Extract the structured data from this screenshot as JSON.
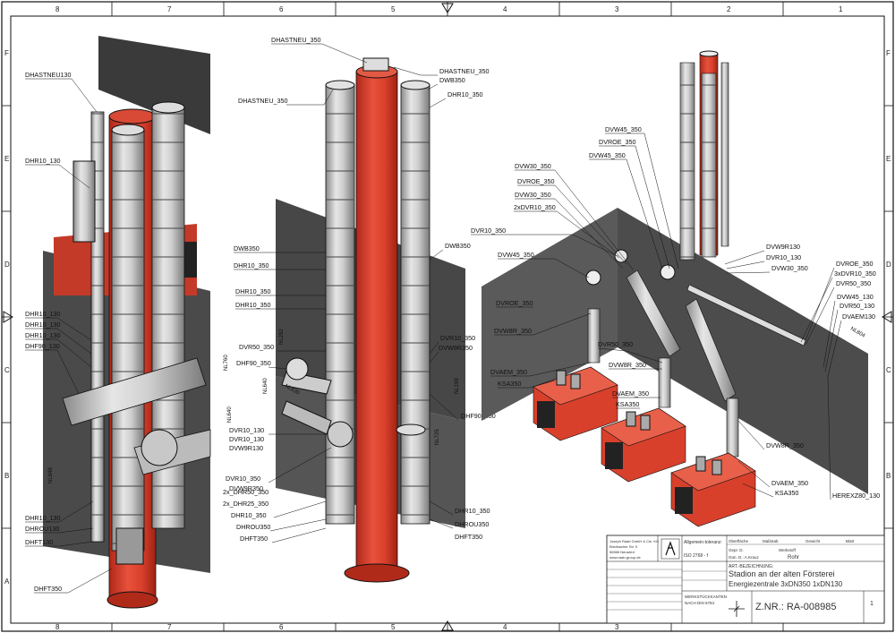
{
  "grid": {
    "columns": [
      "8",
      "7",
      "6",
      "5",
      "4",
      "3",
      "2",
      "1"
    ],
    "rows": [
      "F",
      "E",
      "D",
      "C",
      "B",
      "A"
    ]
  },
  "view1_labels": {
    "a": "DHASTNEU130",
    "b": "DHR10_130",
    "c": "DHR10_130",
    "d": "DHR10_130",
    "e": "DHR10_130",
    "f": "DHF90_130",
    "g": "DHR10_130",
    "h": "DHROU130",
    "i": "DHFT130",
    "j": "DHFT350"
  },
  "view2_labels": {
    "a": "DHASTNEU_350",
    "b": "DHASTNEU_350",
    "c": "DHASTNEU_350",
    "d": "DWB350",
    "e": "DHR10_350",
    "f": "DWB350",
    "g": "DHR10_350",
    "h": "DWB350",
    "i": "DHR10_350",
    "j": "DHR10_350",
    "k": "DVR50_350",
    "l": "DHF90_350",
    "m": "DVR10_350",
    "n": "DVW9R350",
    "o": "DVR10_130",
    "p": "DVR10_130",
    "q": "DVW9R130",
    "r": "DHF90_350",
    "s": "DVR10_350",
    "t": "DVW9R350",
    "u": "2x_DHR50_350",
    "v": "2x_DHR25_350",
    "w": "DHR10_350",
    "x": "DHROU350",
    "y": "DHFT350",
    "z": "DHR10_350",
    "aa": "DHROU350",
    "ab": "DHFT350"
  },
  "view2_dims": {
    "a": "NL640",
    "b": "NL630",
    "c": "NL282",
    "d": "NL198",
    "e": "NL725",
    "f": "NL640",
    "g": "NL760",
    "h": "NL848"
  },
  "view3_labels": {
    "a": "DVW45_350",
    "b": "DVROE_350",
    "c": "DVW45_350",
    "d": "DVW30_350",
    "e": "DVROE_350",
    "f": "DVW30_350",
    "g": "2xDVR10_350",
    "h": "DVR10_350",
    "i": "DVW45_350",
    "j": "DVROE_350",
    "k": "DVW8R_350",
    "l": "DVR50_350",
    "m": "DVAEM_350",
    "n": "KSA350",
    "o": "DVW8R_350",
    "p": "DVAEM_350",
    "q": "KSA350",
    "r": "DVW9R130",
    "s": "DVR10_130",
    "t": "DVW30_350",
    "u": "DVROE_350",
    "v": "3xDVR10_350",
    "w": "DVR50_350",
    "x": "DVW45_130",
    "y": "DVR50_130",
    "z": "DVAEM130",
    "aa": "DVW8R_350",
    "ab": "DVAEM_350",
    "ac": "KSA350",
    "ad": "HEREXZ80_130",
    "ae": "NL804"
  },
  "title_block": {
    "company": [
      "Joseph Raab GmbH & Cie. KG",
      "Bredbacher Str. 5",
      "56566 Neuwied",
      "www.raab-group.de"
    ],
    "general_tolerance_label": "Allgemein-toleranz:",
    "general_tolerance_value": "ISO 2768 - f",
    "field_labels": [
      "Oberfläche",
      "Maßstab",
      "Gewicht",
      "Blatt"
    ],
    "checked_label": "Gepr. D.",
    "checked_value": "Gün. D.: A.Krauz",
    "material_label": "Werkstoff",
    "material_value": "Rohr",
    "article_label": "ART.-BEZEICHNUNG:",
    "title_line1": "Stadion an der alten Försterei",
    "title_line2": "Energiezentrale 3xDN350 1xDN130",
    "marking": [
      "WERKSTÜCKKANTEN",
      "NACH DIN 6784"
    ],
    "drawing_no": "Z.NR.: RA-008985",
    "sheet_no": "1"
  }
}
